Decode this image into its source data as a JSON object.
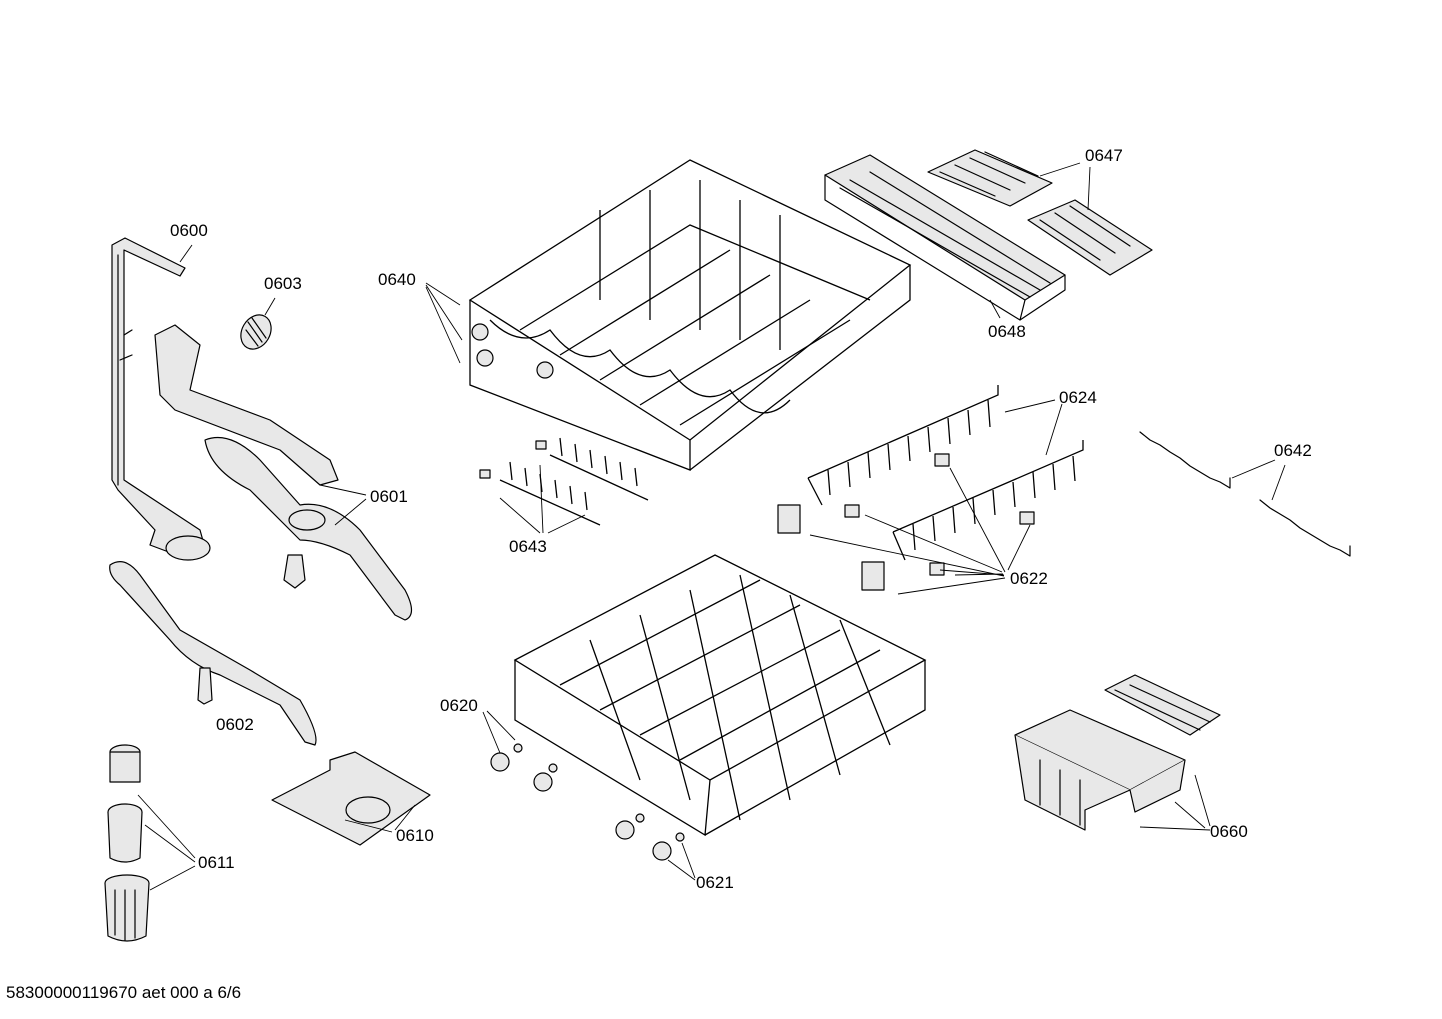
{
  "diagram": {
    "labels": [
      {
        "id": "0600",
        "text": "0600"
      },
      {
        "id": "0603",
        "text": "0603"
      },
      {
        "id": "0640",
        "text": "0640"
      },
      {
        "id": "0647",
        "text": "0647"
      },
      {
        "id": "0648",
        "text": "0648"
      },
      {
        "id": "0601",
        "text": "0601"
      },
      {
        "id": "0624",
        "text": "0624"
      },
      {
        "id": "0642",
        "text": "0642"
      },
      {
        "id": "0643",
        "text": "0643"
      },
      {
        "id": "0622",
        "text": "0622"
      },
      {
        "id": "0602",
        "text": "0602"
      },
      {
        "id": "0620",
        "text": "0620"
      },
      {
        "id": "0610",
        "text": "0610"
      },
      {
        "id": "0611",
        "text": "0611"
      },
      {
        "id": "0660",
        "text": "0660"
      },
      {
        "id": "0621",
        "text": "0621"
      }
    ]
  },
  "footer": {
    "text": "58300000119670 aet 000 a 6/6"
  }
}
